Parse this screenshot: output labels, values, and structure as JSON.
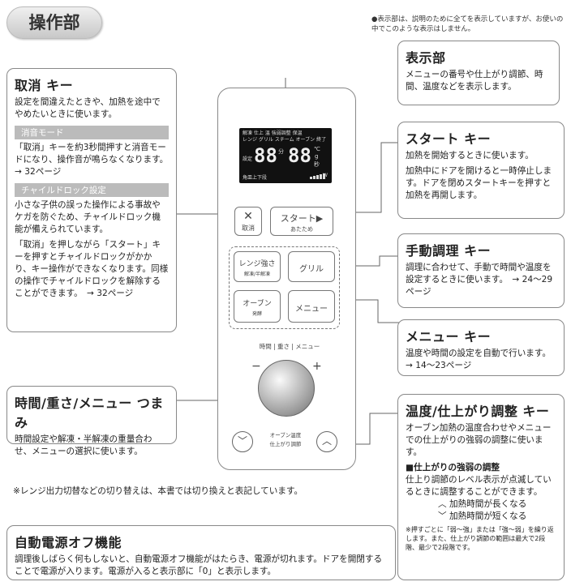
{
  "page_title": "操作部",
  "top_note": "●表示部は、説明のために全てを表示していますが、お使いの中でこのような表示はしません。",
  "cancel": {
    "heading": "取消 キー",
    "desc": "設定を間違えたときや、加熱を途中でやめたいときに使います。",
    "mute_heading": "消音モード",
    "mute_desc": "「取消」キーを約3秒間押すと消音モードになり、操作音が鳴らなくなります。　→ 32ページ",
    "child_heading": "チャイルドロック設定",
    "child_desc1": "小さな子供の誤った操作による事故やケガを防ぐため、チャイルドロック機能が備えられています。",
    "child_desc2": "「取消」を押しながら「スタート」キーを押すとチャイルドロックがかかり、キー操作ができなくなります。同様の操作でチャイルドロックを解除することができます。　→ 32ページ"
  },
  "display": {
    "heading": "表示部",
    "desc": "メニューの番号や仕上がり調節、時間、温度などを表示します。"
  },
  "start": {
    "heading": "スタート キー",
    "desc1": "加熱を開始するときに使います。",
    "desc2": "加熱中にドアを開けると一時停止します。ドアを閉めスタートキーを押すと加熱を再開します。"
  },
  "manual": {
    "heading": "手動調理 キー",
    "desc": "調理に合わせて、手動で時間や温度を設定するときに使います。　→ 24〜29ページ"
  },
  "menu": {
    "heading": "メニュー キー",
    "desc": "温度や時間の設定を自動で行います。　→ 14〜23ページ"
  },
  "dial": {
    "heading": "時間/重さ/メニュー つまみ",
    "desc": "時間設定や解凍・半解凍の重量合わせ、メニューの選択に使います。"
  },
  "temp": {
    "heading": "温度/仕上がり調整 キー",
    "desc": "オーブン加熱の温度合わせやメニューでの仕上がりの強弱の調整に使います。",
    "sub_heading": "■仕上がりの強弱の調整",
    "sub_desc": "仕上り調節のレベル表示が点滅しているときに調整することができます。",
    "up_label": "加熱時間が長くなる",
    "down_label": "加熱時間が短くなる",
    "note": "※押すごとに「弱〜強」または「強〜弱」を繰り返します。また、仕上がり調節の範囲は最大で2段階、最少で2段階です。"
  },
  "range_note": "※レンジ出力切替などの切り替えは、本書では切り換えと表記しています。",
  "auto_off": {
    "heading": "自動電源オフ機能",
    "desc": "調理後しばらく何もしないと、自動電源オフ機能がはたらき、電源が切れます。ドアを開閉することで電源が入ります。電源が入ると表示部に「0」と表示します。"
  },
  "device": {
    "lcd_row1": "解凍 仕上 温 強弱調整 保温",
    "lcd_row2": "レンジ グリル スチーム オーブン 終了",
    "lcd_digits_left": "88",
    "lcd_digits_right": "88",
    "lcd_unit_time": "分",
    "lcd_unit_sec": "秒",
    "lcd_unit_g": "g",
    "lcd_label_set": "設定",
    "lcd_label_temp": "℃",
    "lcd_label_bottom": "角皿上下段",
    "lcd_label_w": "W",
    "cancel_symbol": "✕",
    "cancel_label": "取消",
    "start_label": "スタート▶",
    "start_sub": "あたため",
    "range_label": "レンジ強さ",
    "range_sub": "解凍/半解凍",
    "grill_label": "グリル",
    "oven_label": "オーブン",
    "oven_sub": "発酵",
    "menu_label": "メニュー",
    "dial_label": "時間 | 重さ | メニュー",
    "minus": "−",
    "plus": "+",
    "temp_label": "オーブン温度\n仕上がり調節",
    "down_symbol": "﹀",
    "up_symbol": "︿"
  }
}
